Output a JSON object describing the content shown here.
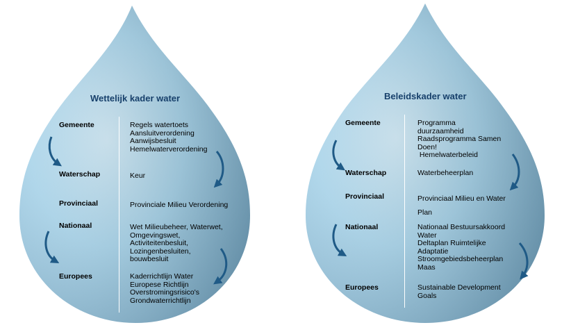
{
  "left": {
    "title": "Wettelijk kader water",
    "levels": [
      "Gemeente",
      "Waterschap",
      "Provinciaal",
      "Nationaal",
      "Europees"
    ],
    "items": [
      [
        "Regels watertoets",
        "Aansluitverordening",
        "Aanwijsbesluit",
        "Hemelwaterverordening"
      ],
      [
        "Keur"
      ],
      [
        "Provinciale Milieu Verordening"
      ],
      [
        "Wet Milieubeheer, Waterwet,",
        "Omgevingswet,",
        "Activiteitenbesluit,",
        "Lozingenbesluiten,",
        "bouwbesluit"
      ],
      [
        "Kaderrichtlijn Water",
        "Europese Richtlijn",
        "Overstromingsrisico's",
        "Grondwaterrichtlijn"
      ]
    ]
  },
  "right": {
    "title": "Beleidskader water",
    "levels": [
      "Gemeente",
      "Waterschap",
      "Provinciaal",
      "Nationaal",
      "Europees"
    ],
    "items": [
      [
        "Programma",
        "duurzaamheid",
        "Raadsprogramma Samen",
        "Doen!",
        " Hemelwaterbeleid"
      ],
      [
        "Waterbeheerplan"
      ],
      [
        "Provinciaal Milieu en Water",
        "",
        "Plan"
      ],
      [
        "Nationaal Bestuursakkoord",
        "Water",
        "Deltaplan Ruimtelijke",
        "Adaptatie",
        "Stroomgebiedsbeheerplan",
        "Maas"
      ],
      [
        "Sustainable Development",
        "Goals"
      ]
    ]
  }
}
